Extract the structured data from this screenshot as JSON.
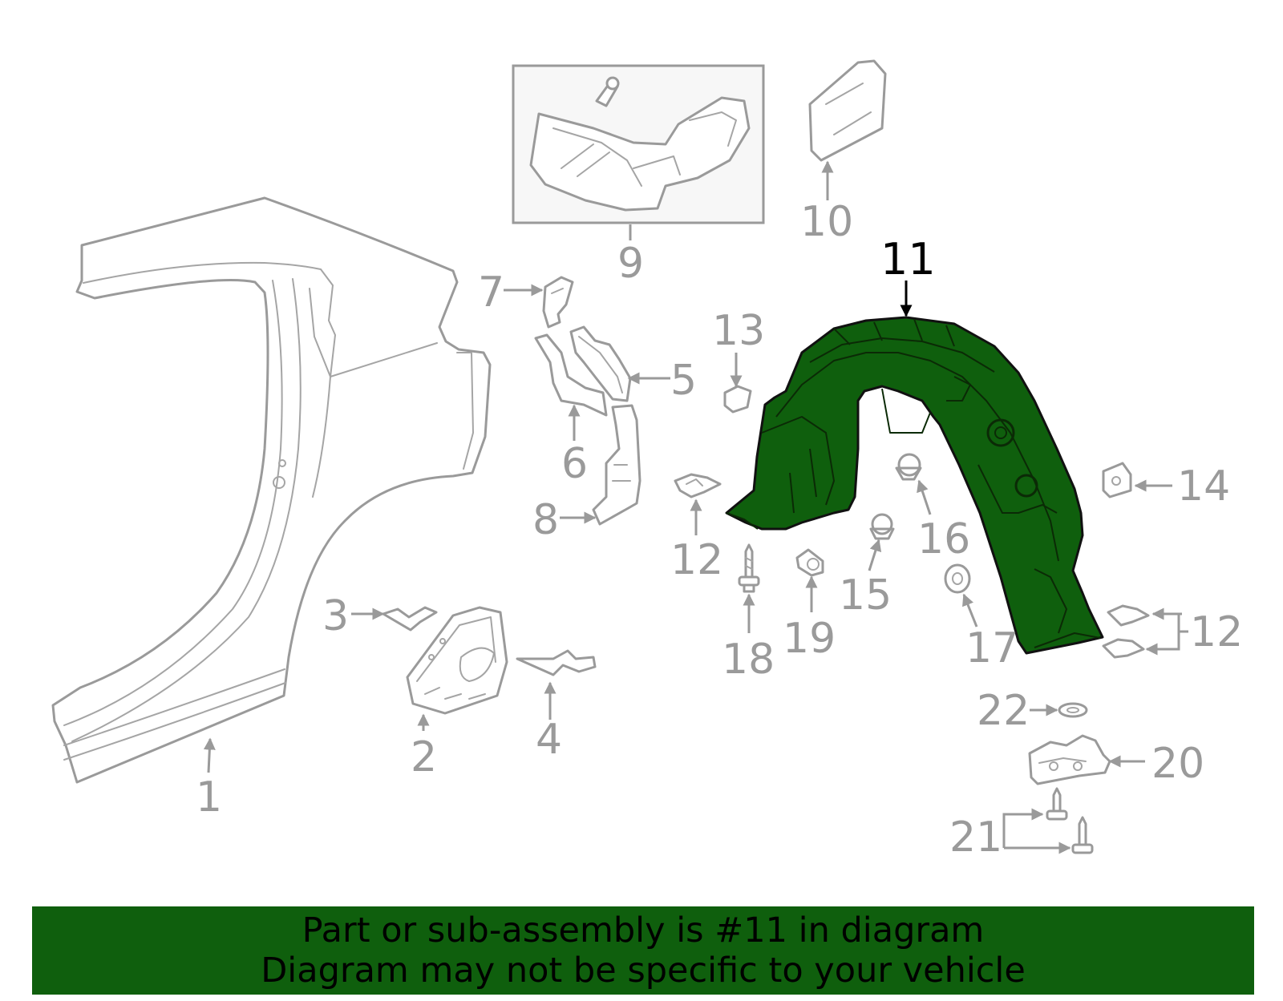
{
  "colors": {
    "highlight": "#0f5f0d",
    "banner": "#0f5f0d",
    "part_stroke": "#9a9a9a",
    "highlight_label": "#000000"
  },
  "labels": {
    "p1": "1",
    "p2": "2",
    "p3": "3",
    "p4": "4",
    "p5": "5",
    "p6": "6",
    "p7": "7",
    "p8": "8",
    "p9": "9",
    "p10": "10",
    "p11": "11",
    "p12a": "12",
    "p12b": "12",
    "p13": "13",
    "p14": "14",
    "p15": "15",
    "p16": "16",
    "p17": "17",
    "p18": "18",
    "p19": "19",
    "p20": "20",
    "p21": "21",
    "p22": "22"
  },
  "highlighted_part": "11",
  "banner": {
    "line1": "Part or sub-assembly is #11 in diagram",
    "line2": "Diagram may not be specific to your vehicle"
  }
}
